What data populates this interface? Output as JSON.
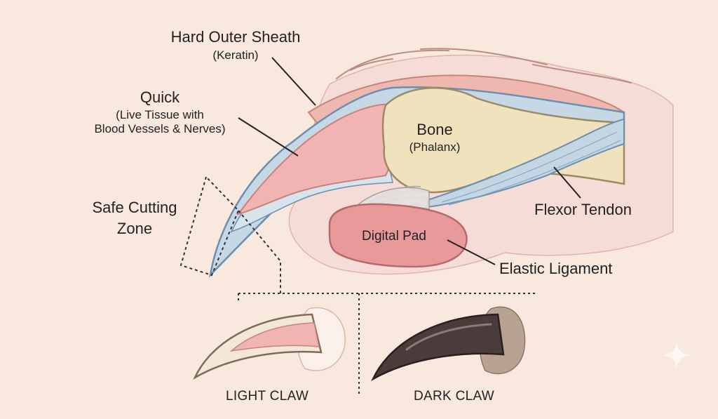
{
  "labels": {
    "sheath_title": "Hard Outer Sheath",
    "sheath_sub": "(Keratin)",
    "quick_title": "Quick",
    "quick_sub_1": "(Live Tissue with",
    "quick_sub_2": "Blood Vessels & Nerves)",
    "bone_title": "Bone",
    "bone_sub": "(Phalanx)",
    "safe_1": "Safe Cutting",
    "safe_2": "Zone",
    "flexor": "Flexor Tendon",
    "pad": "Digital Pad",
    "ligament": "Elastic Ligament",
    "light_claw": "LIGHT CLAW",
    "dark_claw": "DARK CLAW"
  },
  "colors": {
    "background": "#f8e8de",
    "sheath": "#c6d8e6",
    "quick": "#f2b3b3",
    "bone": "#f0e2bd",
    "pad": "#e89a9a",
    "dark_claw": "#4a3c3a"
  }
}
